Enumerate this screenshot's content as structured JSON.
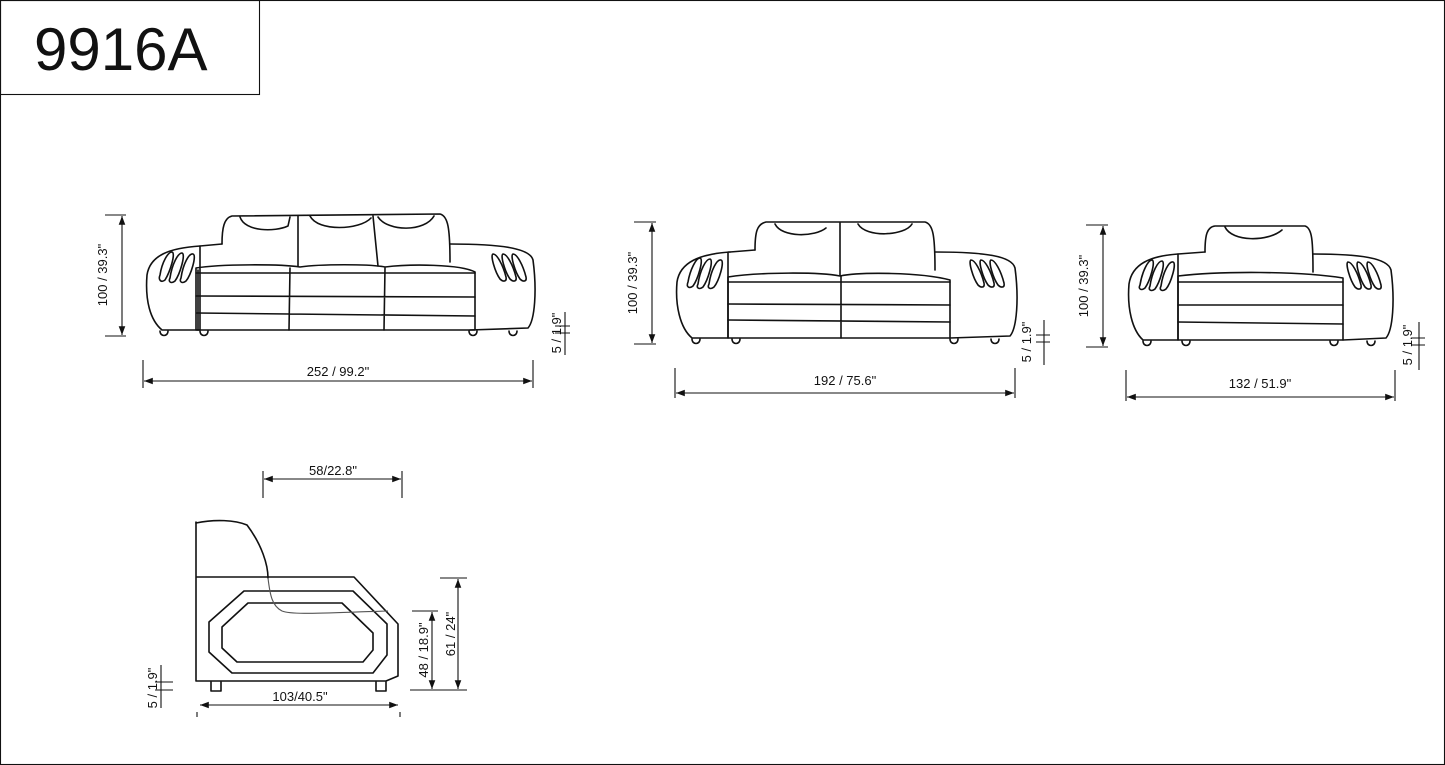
{
  "title": "9916A",
  "views": {
    "sofa": {
      "height": "100 / 39.3\"",
      "width": "252 / 99.2\"",
      "leg": "5 / 1.9\""
    },
    "loveseat": {
      "height": "100 / 39.3\"",
      "width": "192 / 75.6\"",
      "leg": "5 / 1.9\""
    },
    "chair": {
      "height": "100 / 39.3\"",
      "width": "132 / 51.9\"",
      "leg": "5 / 1.9\""
    },
    "side": {
      "seat_depth": "58/22.8\"",
      "arm_height": "61 / 24\"",
      "seat_height": "48 / 18.9\"",
      "depth": "103/40.5\"",
      "leg": "5 / 1.9\""
    }
  }
}
